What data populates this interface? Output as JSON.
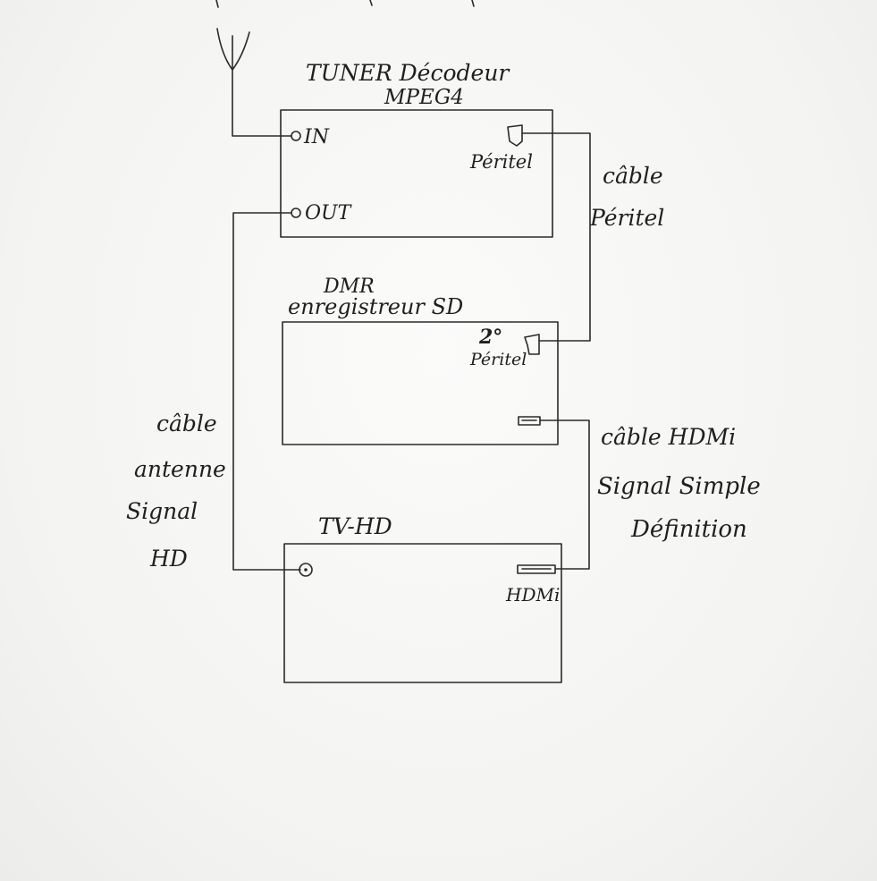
{
  "tuner": {
    "title_line1": "TUNER Décodeur",
    "title_line2": "MPEG4",
    "in_label": "IN",
    "out_label": "OUT",
    "peritel_label": "Péritel"
  },
  "dmr": {
    "title_line1": "DMR",
    "title_line2": "enregistreur SD",
    "port_number": "2°",
    "peritel_label": "Péritel"
  },
  "tv": {
    "title": "TV-HD",
    "hdmi_label": "HDMi"
  },
  "cables": {
    "peritel_line1": "câble",
    "peritel_line2": "Péritel",
    "antenna_line1": "câble",
    "antenna_line2": "antenne",
    "antenna_line3": "Signal",
    "antenna_line4": "HD",
    "hdmi_line1": "câble HDMi",
    "hdmi_line2": "Signal Simple",
    "hdmi_line3": "Définition"
  },
  "colors": {
    "ink": "#2a2a2a",
    "paper": "#f4f4f2"
  },
  "icons": {
    "antenna": "antenna-icon",
    "coax": "coax-connector-icon",
    "scart": "scart-connector-icon",
    "hdmi": "hdmi-connector-icon"
  }
}
